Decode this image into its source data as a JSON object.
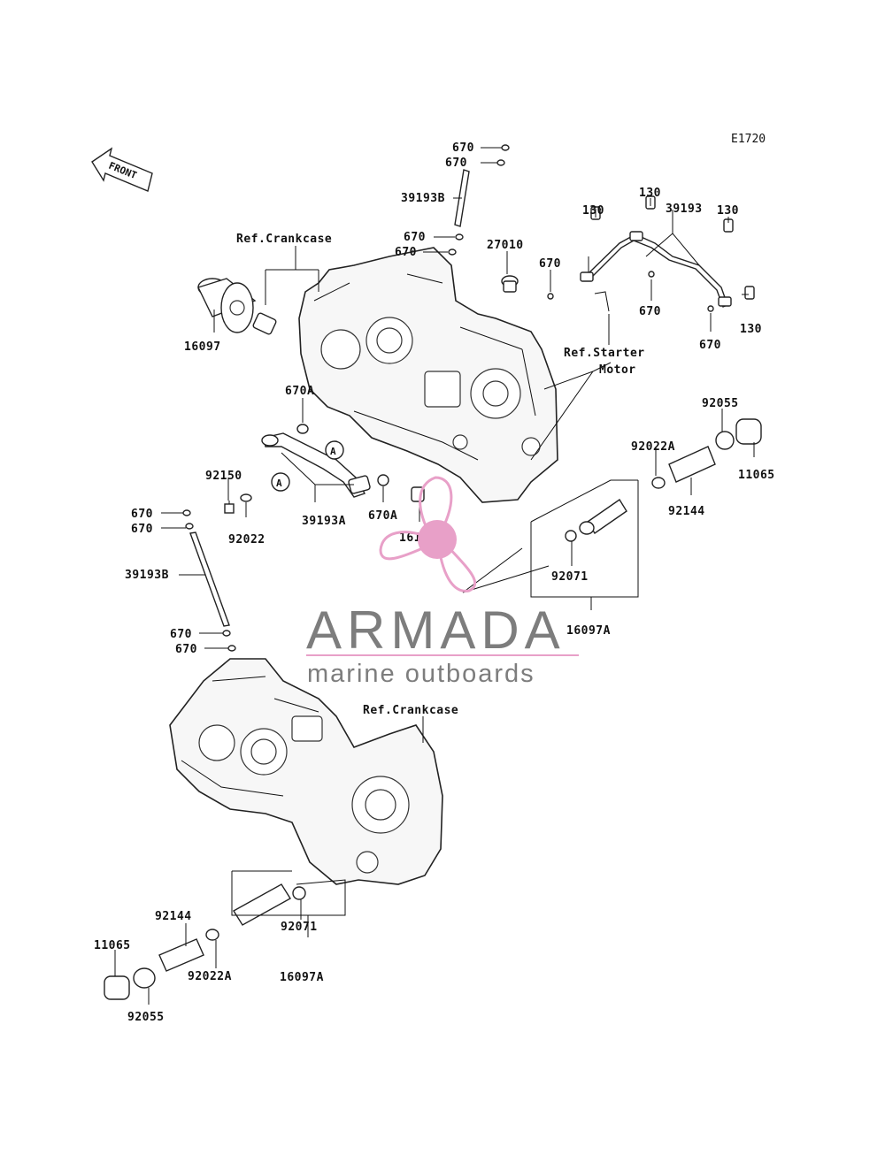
{
  "diagram": {
    "code": "E1720",
    "front_label": "FRONT",
    "labels": {
      "ref_crankcase_top": "Ref.Crankcase",
      "ref_crankcase_bottom": "Ref.Crankcase",
      "ref_starter_1": "Ref.Starter",
      "ref_starter_2": "Motor",
      "p670_a": "670",
      "p670_b": "670",
      "p39193B_top": "39193B",
      "p670_c": "670",
      "p670_d": "670",
      "p27010": "27010",
      "p130_a": "130",
      "p130_b": "130",
      "p130_c": "130",
      "p39193": "39193",
      "p670_e": "670",
      "p670_f": "670",
      "p670_g": "670",
      "p130_d": "130",
      "p16097": "16097",
      "p670A_left": "670A",
      "circle_a1": "A",
      "circle_a2": "A",
      "p92150": "92150",
      "p92022": "92022",
      "p39193A": "39193A",
      "p670A_right": "670A",
      "p16130": "16130",
      "p92055_top": "92055",
      "p11065_top": "11065",
      "p92022A_top": "92022A",
      "p92144_top": "92144",
      "p92071_top": "92071",
      "p16097A_top": "16097A",
      "p670_h": "670",
      "p670_i": "670",
      "p39193B_bottom": "39193B",
      "p670_j": "670",
      "p670_k": "670",
      "p92144_bottom": "92144",
      "p92071_bottom": "92071",
      "p11065_bottom": "11065",
      "p92022A_bottom": "92022A",
      "p16097A_bottom": "16097A",
      "p92055_bottom": "92055"
    }
  },
  "watermark": {
    "brand": "ARMADA",
    "tagline": "marine outboards",
    "accent_color": "#e8a0c8",
    "text_color": "#7d7d7d"
  }
}
